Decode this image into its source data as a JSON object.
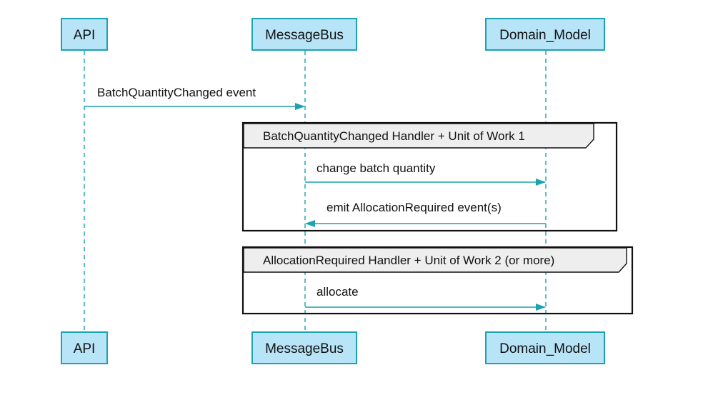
{
  "participants": {
    "api": "API",
    "bus": "MessageBus",
    "model": "Domain_Model"
  },
  "messages": {
    "m1": "BatchQuantityChanged event",
    "m2": "change batch quantity",
    "m3": "emit AllocationRequired event(s)",
    "m4": "allocate"
  },
  "groups": {
    "g1": "BatchQuantityChanged Handler + Unit of Work 1",
    "g2": "AllocationRequired Handler + Unit of Work 2 (or more)"
  },
  "colors": {
    "participant_fill": "#b8e4f7",
    "accent": "#1aa3b0",
    "group_tab": "#eeeeee"
  }
}
